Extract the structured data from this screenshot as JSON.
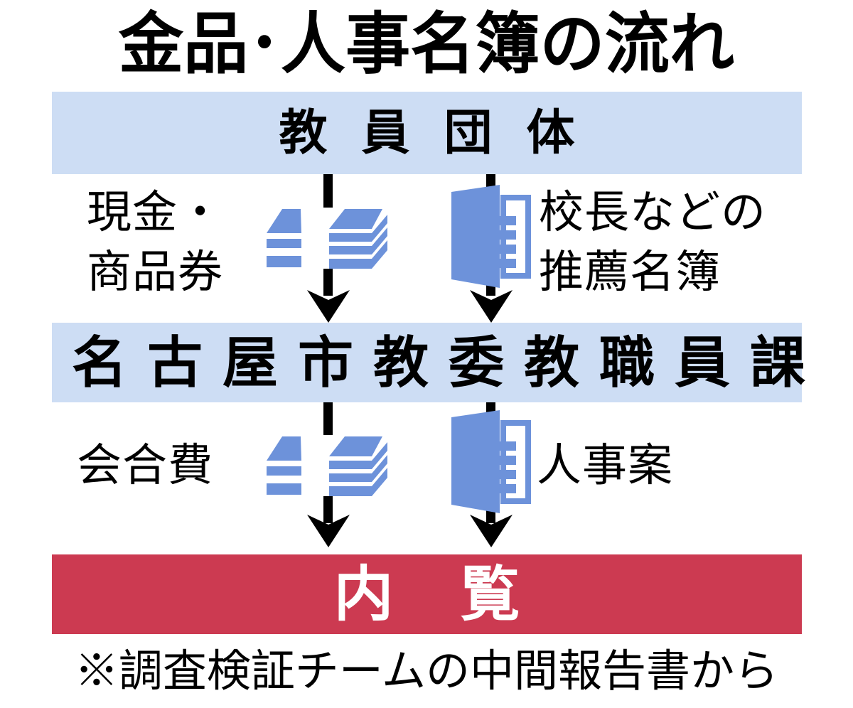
{
  "title": "金品･人事名簿の流れ",
  "boxes": {
    "source": "教員団体",
    "middle": "名古屋市教委教職員課",
    "bottom": "内覧"
  },
  "flows": {
    "row1": {
      "left": {
        "label_line1": "現金・",
        "label_line2": "商品券",
        "icon": "banknote-stack-icon"
      },
      "right": {
        "label_line1": "校長などの",
        "label_line2": "推薦名簿",
        "icon": "roster-book-icon"
      }
    },
    "row2": {
      "left": {
        "label": "会合費",
        "icon": "banknote-stack-icon"
      },
      "right": {
        "label": "人事案",
        "icon": "roster-book-icon"
      }
    }
  },
  "footnote": "※調査検証チームの中間報告書から",
  "icons": [
    "banknote-stack-icon",
    "roster-book-icon",
    "down-arrow-icon"
  ],
  "colors": {
    "box_blue": "#cdddf4",
    "icon_blue": "#6d92da",
    "accent_red": "#cc3a51",
    "arrow_black": "#000000",
    "text_black": "#000000",
    "text_white": "#ffffff"
  }
}
